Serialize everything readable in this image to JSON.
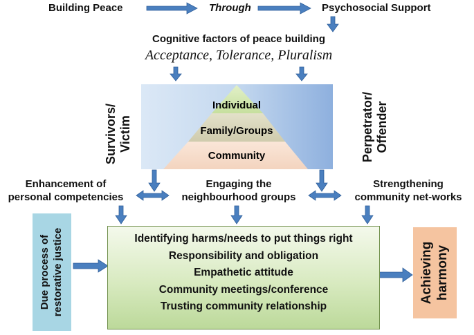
{
  "top": {
    "building_peace": "Building Peace",
    "through": "Through",
    "psychosocial": "Psychosocial Support"
  },
  "cognitive": {
    "title": "Cognitive factors of peace building",
    "subtitle": "Acceptance, Tolerance, Pluralism"
  },
  "sides": {
    "left": [
      "Survivors/",
      "Victim"
    ],
    "right": [
      "Perpetrator/",
      "Offender"
    ]
  },
  "pyramid": {
    "levels": [
      "Individual",
      "Family/Groups",
      "Community"
    ]
  },
  "middle": {
    "left": [
      "Enhancement of",
      "personal competencies"
    ],
    "center": [
      "Engaging the",
      "neighbourhood groups"
    ],
    "right": [
      "Strengthening",
      "community net-works"
    ]
  },
  "main_box": {
    "items": [
      "Identifying harms/needs to put things right",
      "Responsibility and obligation",
      "Empathetic attitude",
      "Community meetings/conference",
      "Trusting community relationship"
    ]
  },
  "left_box": [
    "Due process of",
    "restorative justice"
  ],
  "right_box": [
    "Achieving",
    "harmony"
  ],
  "colors": {
    "arrow": "#4a7fbf",
    "arrow_outline": "#2f5f9a",
    "pyramid_top": "#c9e0a8",
    "pyramid_mid": "#d6d3b8",
    "pyramid_bottom": "#f6dccb",
    "left_box": "#a8d6e4",
    "right_box": "#f5c4a0",
    "main_box": "#d8eac0"
  }
}
